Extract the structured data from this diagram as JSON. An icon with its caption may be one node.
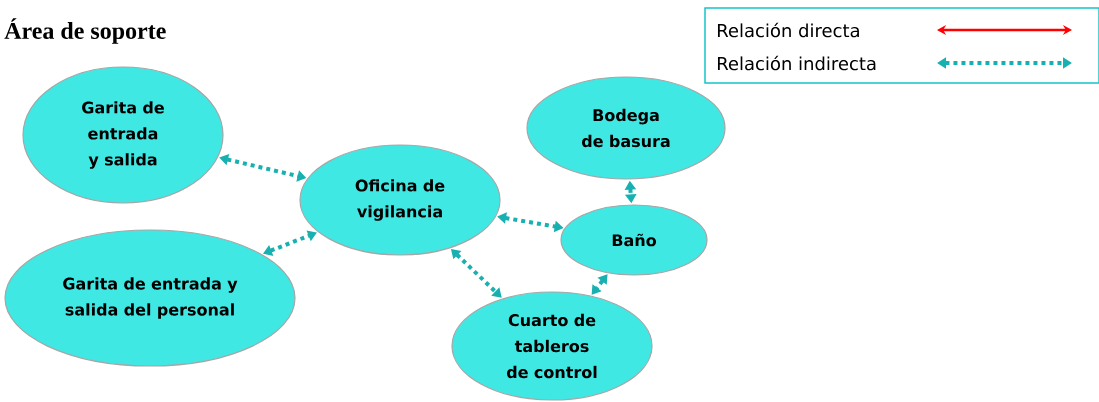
{
  "diagram": {
    "title": "Área de soporte",
    "nodes": [
      {
        "text": [
          "Garita de entrada y salida"
        ]
      },
      {
        "text": [
          "Garita de entrada y salida del personal"
        ]
      },
      {
        "text": [
          "Oficina de vigilancia"
        ]
      },
      {
        "text": [
          "Bodega de basura"
        ]
      },
      {
        "text": [
          "Baño"
        ]
      },
      {
        "text": [
          "Cuarto de tableros de control"
        ]
      }
    ],
    "edges": [
      {
        "from": 0,
        "to": 2,
        "arrow": "both",
        "style": "dashed"
      },
      {
        "from": 1,
        "to": 2,
        "arrow": "both",
        "style": "dashed"
      },
      {
        "from": 2,
        "to": 4,
        "arrow": "both",
        "style": "dashed"
      },
      {
        "from": 2,
        "to": 5,
        "arrow": "both",
        "style": "dashed"
      },
      {
        "from": 3,
        "to": 4,
        "arrow": "both",
        "style": "dashed"
      },
      {
        "from": 4,
        "to": 5,
        "arrow": "both",
        "style": "dashed"
      }
    ],
    "legend": [
      {
        "text": "Relación directa"
      },
      {
        "text": "Relación indirecta"
      }
    ]
  }
}
